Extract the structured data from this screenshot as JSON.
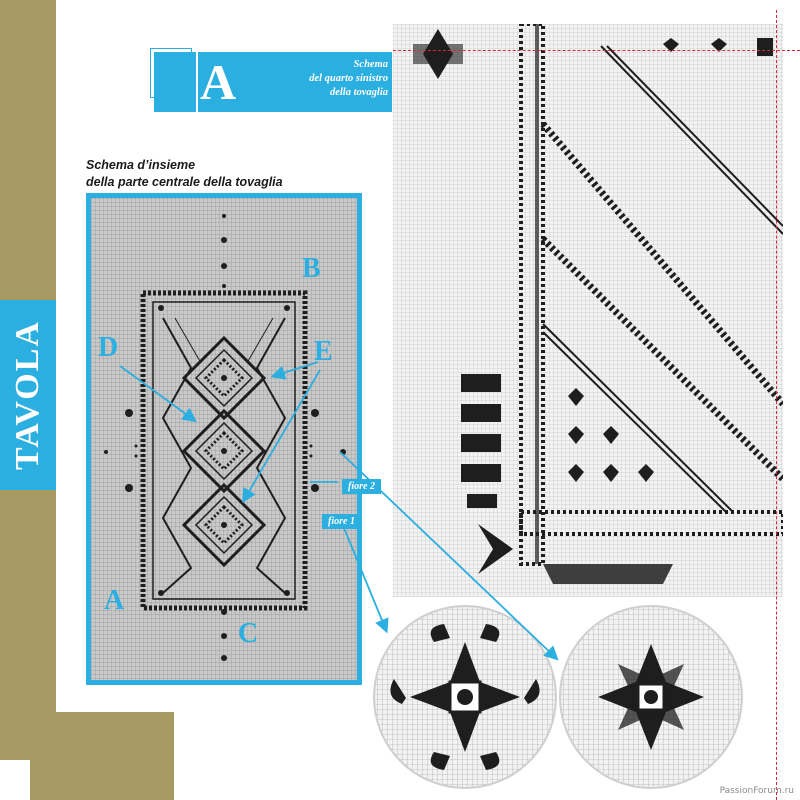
{
  "sidebar": {
    "label": "TAVOLA"
  },
  "header": {
    "letter": "A",
    "lines": [
      "Schema",
      "del quarto sinistro",
      "della tovaglia"
    ]
  },
  "insieme": {
    "title_lines": [
      "Schema d’insieme",
      "della parte centrale della tovaglia"
    ]
  },
  "chart_labels": {
    "a": "A",
    "b": "B",
    "c": "C",
    "d": "D",
    "e": "E"
  },
  "callouts": {
    "fiore1": "fiore 1",
    "fiore2": "fiore 2"
  },
  "watermark": "PassionForum.ru",
  "colors": {
    "accent": "#2baee0",
    "gold": "#a79a63",
    "grid": "#9a9a9a",
    "ink": "#1e1e1e",
    "guide": "#d7263d"
  }
}
